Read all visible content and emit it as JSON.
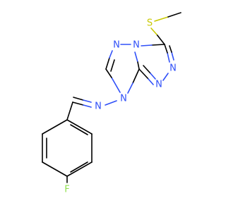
{
  "molecule": {
    "atoms": [
      {
        "id": "F",
        "label": "F",
        "color": "#90e050"
      },
      {
        "id": "N1",
        "label": "N",
        "color": "#3050f8"
      },
      {
        "id": "N2",
        "label": "N",
        "color": "#3050f8"
      },
      {
        "id": "N3",
        "label": "N",
        "color": "#3050f8"
      },
      {
        "id": "N4",
        "label": "N",
        "color": "#3050f8"
      },
      {
        "id": "N5",
        "label": "N",
        "color": "#3050f8"
      },
      {
        "id": "N6",
        "label": "N",
        "color": "#3050f8"
      },
      {
        "id": "S",
        "label": "S",
        "color": "#c8c800"
      }
    ],
    "bond_color": "#000000"
  }
}
